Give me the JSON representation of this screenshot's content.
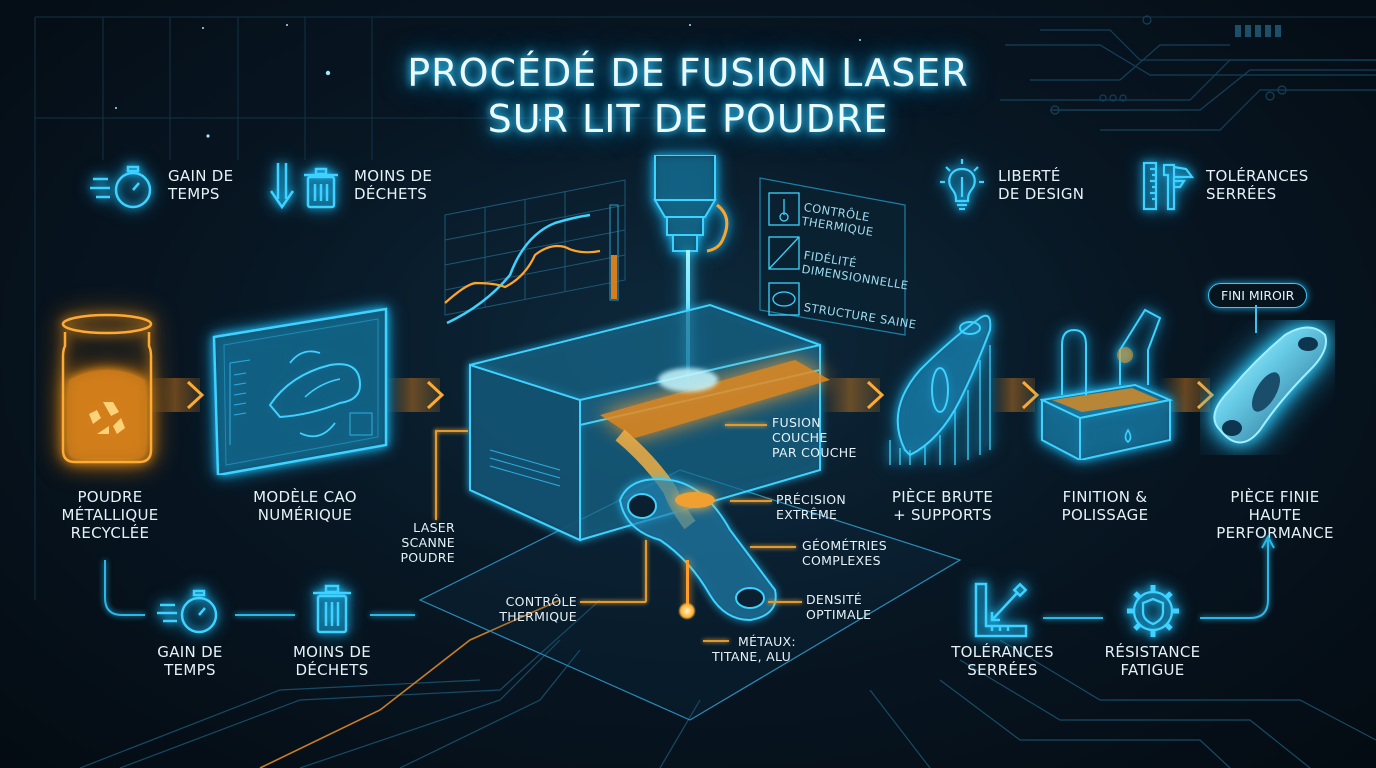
{
  "title": {
    "line1": "PROCÉDÉ DE FUSION LASER",
    "line2": "SUR LIT DE POUDRE"
  },
  "top_benefits": [
    {
      "icon": "stopwatch-icon",
      "line1": "GAIN DE",
      "line2": "TEMPS"
    },
    {
      "icon": "trash-down-icon",
      "line1": "MOINS DE",
      "line2": "DÉCHETS"
    },
    {
      "icon": "lightbulb-icon",
      "line1": "LIBERTÉ",
      "line2": "DE DESIGN"
    },
    {
      "icon": "ruler-caliper-icon",
      "line1": "TOLÉRANCES",
      "line2": "SERRÉES"
    }
  ],
  "process_steps": [
    {
      "icon": "powder-jar-icon",
      "lines": [
        "POUDRE",
        "MÉTALLIQUE",
        "RECYCLÉE"
      ]
    },
    {
      "icon": "cad-screen-icon",
      "lines": [
        "MODÈLE CAO",
        "NUMÉRIQUE"
      ]
    },
    {
      "icon": "printer-machine-icon",
      "lines": []
    },
    {
      "icon": "raw-part-supports-icon",
      "lines": [
        "PIÈCE BRUTE",
        "+ SUPPORTS"
      ]
    },
    {
      "icon": "polishing-tank-icon",
      "lines": [
        "FINITION &",
        "POLISSAGE"
      ]
    },
    {
      "icon": "finished-part-icon",
      "lines": [
        "PIÈCE FINIE",
        "HAUTE PERFORMANCE"
      ]
    }
  ],
  "machine_callouts": {
    "laser": [
      "LASER",
      "SCANNE",
      "POUDRE"
    ],
    "fusion": [
      "FUSION",
      "COUCHE",
      "PAR COUCHE"
    ],
    "precision": [
      "PRÉCISION",
      "EXTRÊME"
    ],
    "geometry": [
      "GÉOMÉTRIES",
      "COMPLEXES"
    ],
    "thermal": [
      "CONTRÔLE",
      "THERMIQUE"
    ],
    "density": [
      "DENSITÉ",
      "OPTIMALE"
    ],
    "metals": [
      "MÉTAUX:",
      "TITANE, ALU"
    ]
  },
  "hud_panel": {
    "items": [
      {
        "icon": "thermometer-icon",
        "lines": [
          "CONTRÔLE",
          "THERMIQUE"
        ]
      },
      {
        "icon": "dimension-box-icon",
        "lines": [
          "FIDÉLITÉ",
          "DIMENSIONNELLE"
        ]
      },
      {
        "icon": "lattice-structure-icon",
        "lines": [
          "STRUCTURE SAINE"
        ]
      }
    ]
  },
  "mirror_badge": "FINI MIROIR",
  "bottom_benefits": [
    {
      "icon": "stopwatch-icon",
      "line1": "GAIN DE",
      "line2": "TEMPS"
    },
    {
      "icon": "trash-icon",
      "line1": "MOINS DE",
      "line2": "DÉCHETS"
    },
    {
      "icon": "square-ruler-icon",
      "line1": "TOLÉRANCES",
      "line2": "SERRÉES"
    },
    {
      "icon": "gear-shield-icon",
      "line1": "RÉSISTANCE",
      "line2": "FATIGUE"
    }
  ],
  "colors": {
    "background": "#06101a",
    "cyan": "#28c8ff",
    "orange": "#ffa42b",
    "text": "#e8f4fa"
  }
}
